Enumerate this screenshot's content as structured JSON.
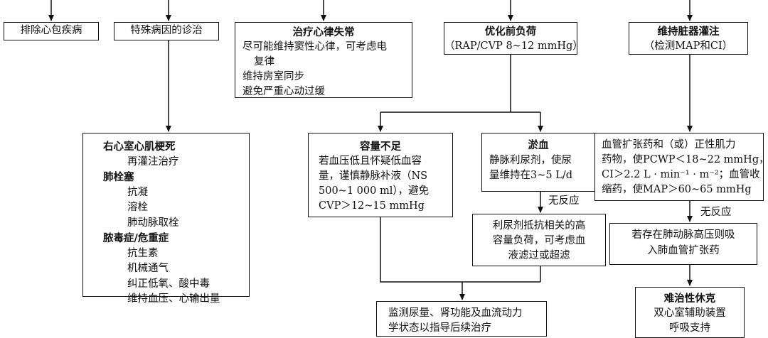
{
  "boxes": {
    "exclude_pericardial": {
      "lines": [
        "排除心包疾病"
      ]
    },
    "special_causes": {
      "lines": [
        "特殊病因的诊治"
      ]
    },
    "arrhythmia": {
      "lines": [
        "治疗心律失常",
        "尽可能维持窦性心律，可考虑电",
        "复律",
        "维持房室同步",
        "避免严重心动过缓"
      ]
    },
    "preload": {
      "lines": [
        "优化前负荷",
        "（RAP/CVP 8~12 mmHg）"
      ]
    },
    "organ_perfusion": {
      "lines": [
        "维持脏器灌注",
        "（检测MAP和CI）"
      ]
    },
    "causes_list": {
      "rv_mi": "右心室心肌梗死",
      "rv_mi_items": [
        "再灌注治疗"
      ],
      "pe": "肺栓塞",
      "pe_items": [
        "抗凝",
        "溶栓",
        "肺动脉取栓"
      ],
      "sepsis": "脓毒症/危重症",
      "sepsis_items": [
        "抗生素",
        "机械通气",
        "纠正低氧、酸中毒",
        "维持血压、心输出量"
      ]
    },
    "hypovolemia": {
      "lines": [
        "容量不足",
        "若血压低且怀疑低血容",
        "量，谨慎静脉补液（NS",
        "500~1 000 ml），避免",
        "CVP＞12~15 mmHg"
      ]
    },
    "congestion": {
      "lines": [
        "淤血",
        "静脉利尿剂，使尿",
        "量维持在3~5 L/d"
      ]
    },
    "diuretic_resistance": {
      "lines": [
        "利尿剂抵抗相关的高",
        "容量负荷，可考虑血",
        "液滤过或超滤"
      ]
    },
    "vasodilator": {
      "lines": [
        "血管扩张药和（或）正性肌力",
        "药物，使PCWP＜18~22 mmHg，",
        "CI＞2.2 L · min⁻¹ · m⁻²；血管收",
        "缩药，使MAP＞60~65 mmHg"
      ]
    },
    "pah": {
      "lines": [
        "若存在肺动脉高压则吸",
        "入肺血管扩张药"
      ]
    },
    "monitoring": {
      "lines": [
        "监测尿量、肾功能及血流动力",
        "学状态以指导后续治疗"
      ]
    },
    "refractory": {
      "lines": [
        "难治性休克",
        "双心室辅助装置",
        "呼吸支持"
      ]
    }
  },
  "labels": {
    "no_response_1": "无反应",
    "no_response_2": "无反应"
  }
}
